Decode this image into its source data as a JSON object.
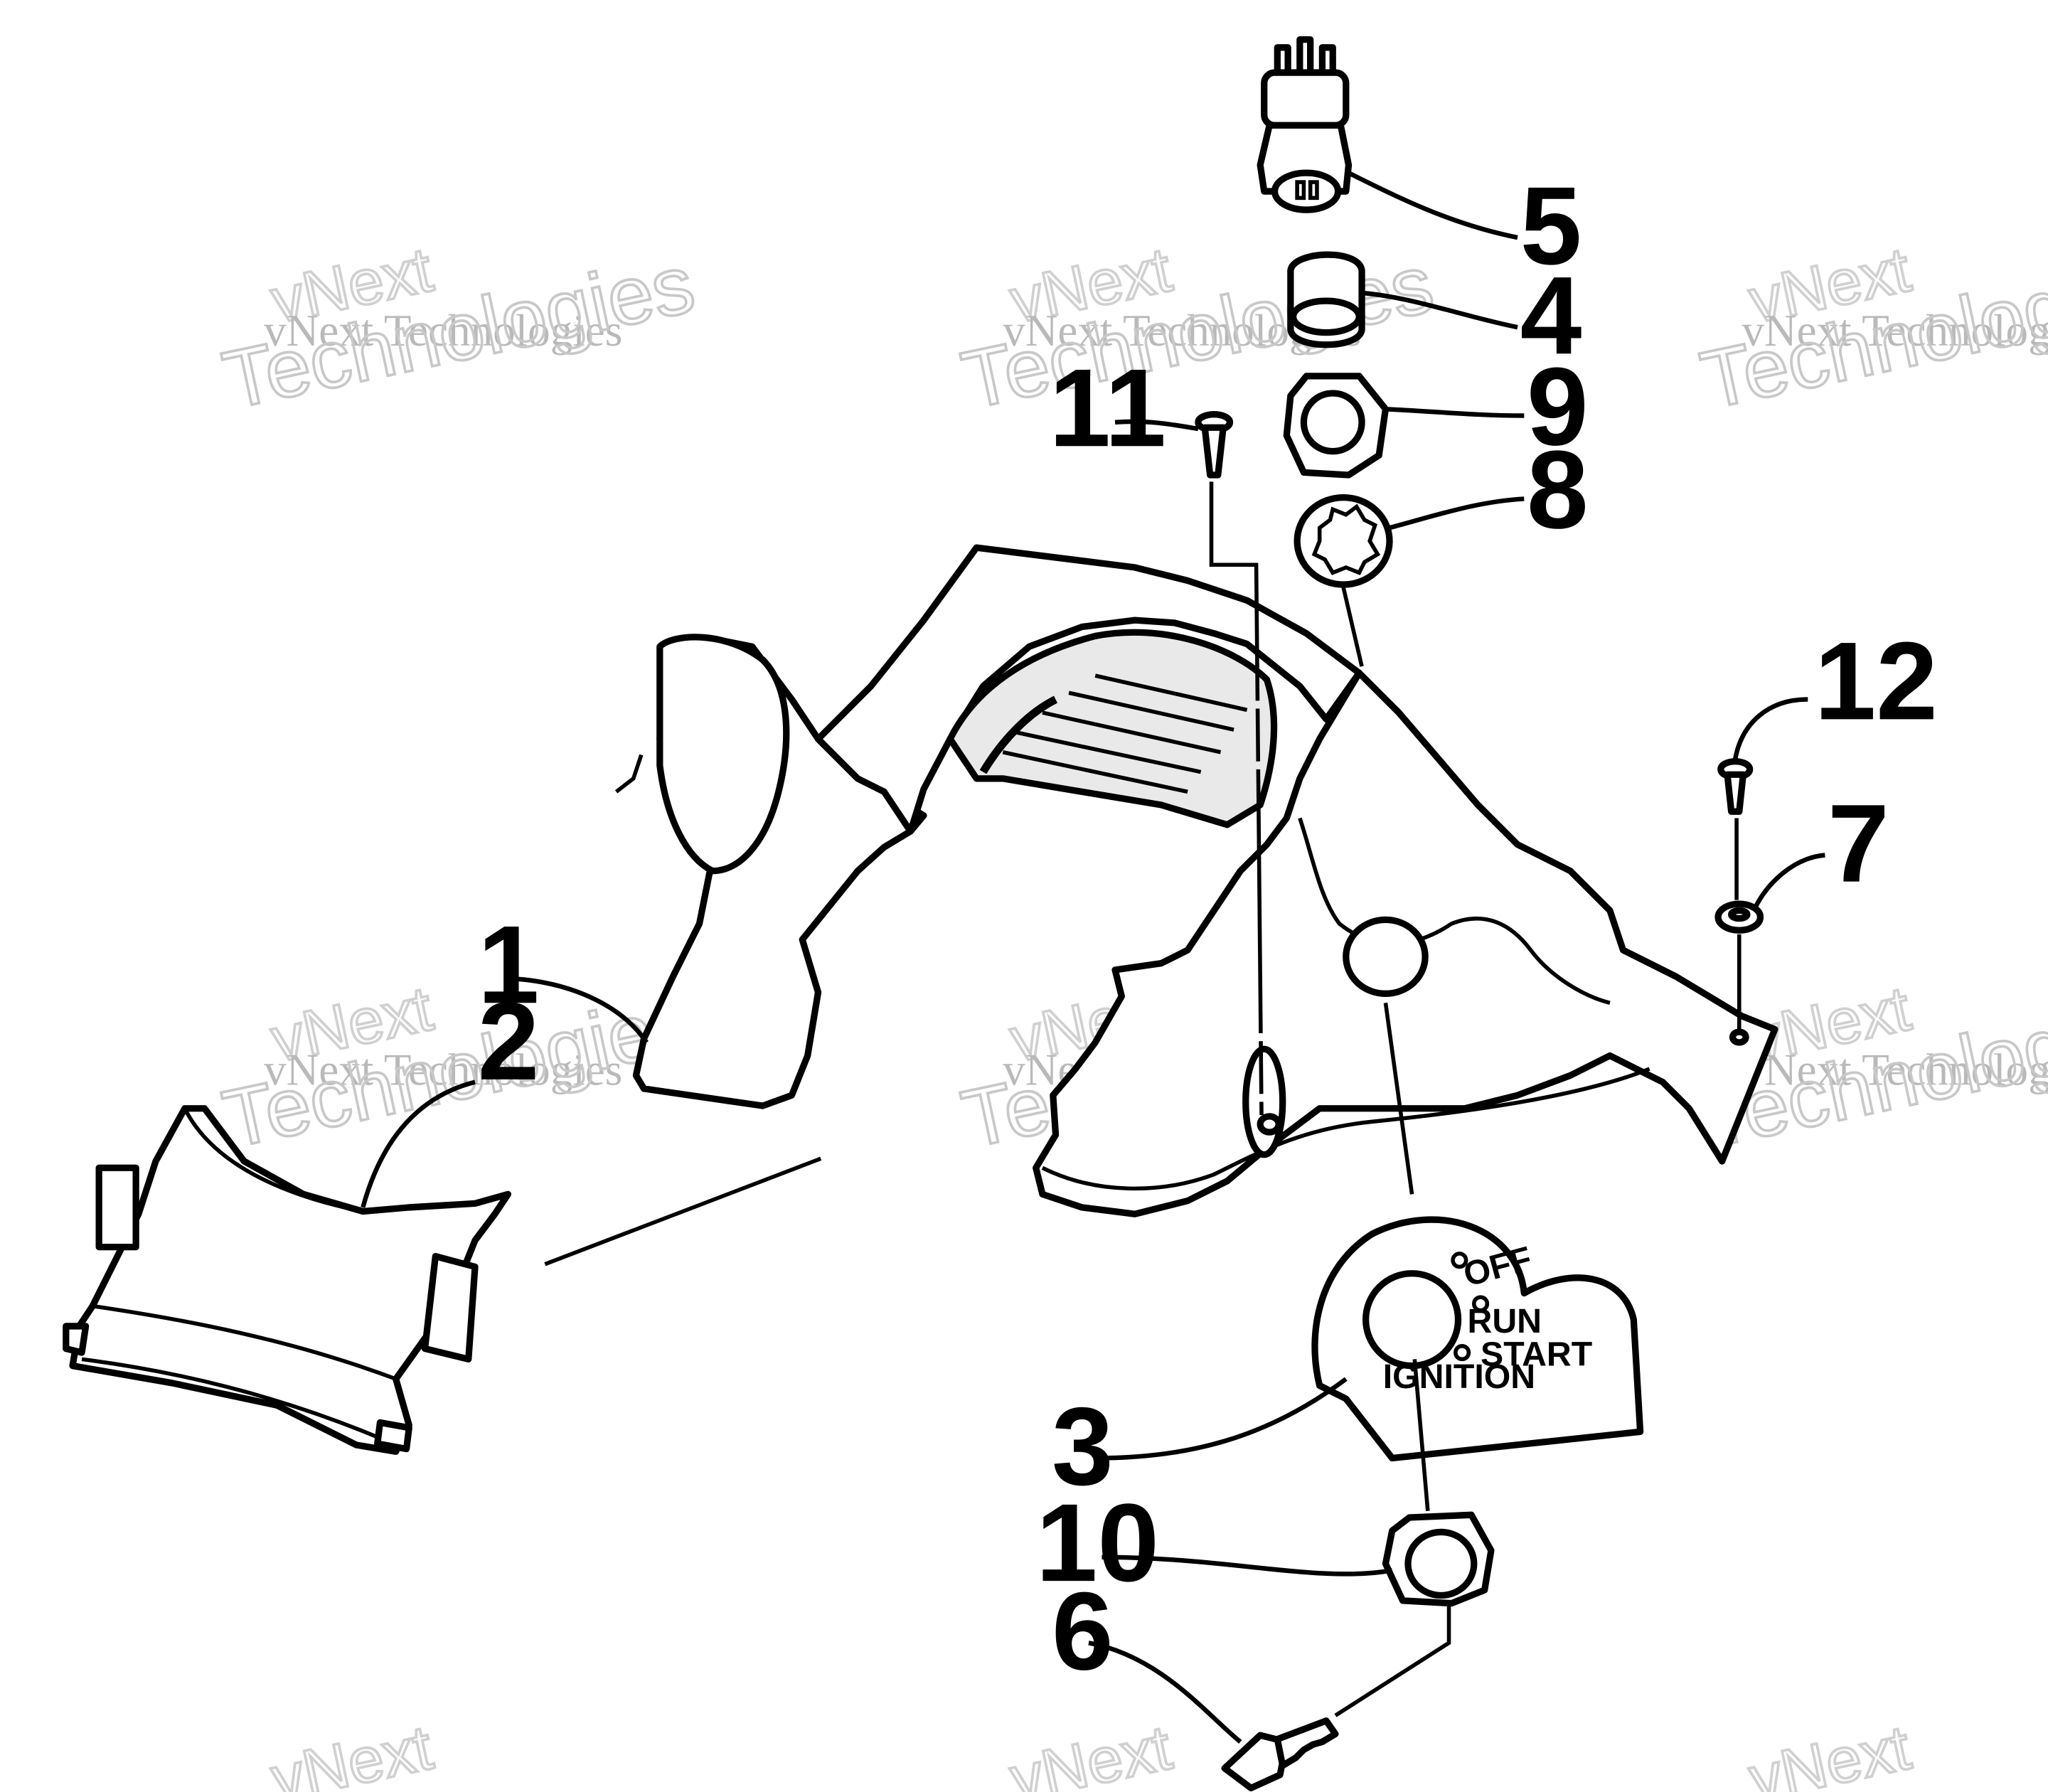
{
  "watermark": {
    "line1": "vNext Technologies",
    "line2": "Technologies",
    "line3": "vNext"
  },
  "callouts": [
    "1",
    "2",
    "3",
    "4",
    "5",
    "6",
    "7",
    "8",
    "9",
    "10",
    "11",
    "12"
  ],
  "ignition_plate": {
    "label": "IGNITION",
    "positions": [
      "OFF",
      "RUN",
      "START"
    ]
  }
}
